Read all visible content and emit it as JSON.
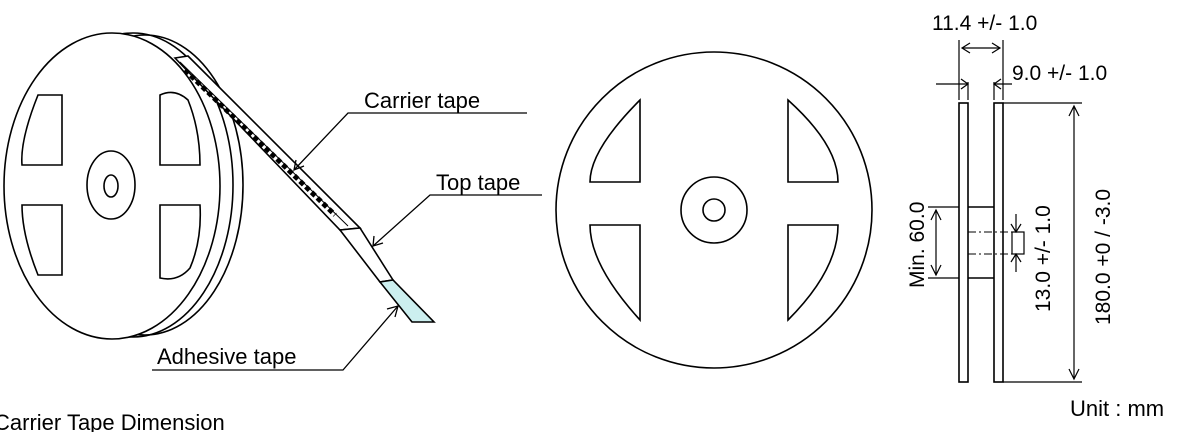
{
  "reel_labels": {
    "carrier_tape": "Carrier tape",
    "top_tape": "Top tape",
    "adhesive_tape": "Adhesive tape"
  },
  "dimensions": {
    "width_outer": "11.4 +/- 1.0",
    "width_inner": "9.0 +/- 1.0",
    "hub_min": "Min. 60.0",
    "arbor_hole": "13.0 +/- 1.0",
    "reel_diameter": "180.0 +0 / -3.0"
  },
  "footer": {
    "section_title": "Carrier Tape Dimension",
    "unit": "Unit : mm"
  },
  "colors": {
    "line": "#000000",
    "adhesive_fill": "#ccefef"
  }
}
